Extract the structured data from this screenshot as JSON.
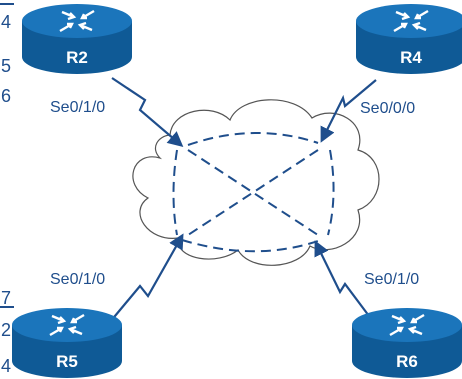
{
  "routers": {
    "r2": {
      "label": "R2"
    },
    "r4": {
      "label": "R4"
    },
    "r5": {
      "label": "R5"
    },
    "r6": {
      "label": "R6"
    }
  },
  "interfaces": {
    "r2": "Se0/1/0",
    "r4": "Se0/0/0",
    "r5": "Se0/1/0",
    "r6": "Se0/1/0"
  },
  "edge_fragments": {
    "left_top": [
      "4",
      "5",
      "6"
    ],
    "left_bottom": [
      "7",
      "2",
      "4"
    ]
  },
  "colors": {
    "router_fill": "#1b75bb",
    "router_dark": "#0f5a96",
    "link": "#1f4e8c",
    "cloud_stroke": "#555555"
  }
}
